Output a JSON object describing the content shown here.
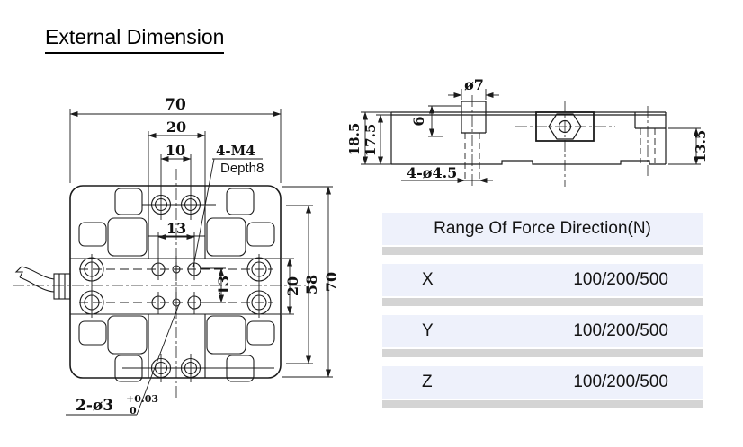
{
  "title": "External Dimension",
  "top_view": {
    "dims": {
      "width_top": "70",
      "bolt_span": "20",
      "bolt_pitch": "10",
      "hole_h": "13",
      "hole_v": "13",
      "right_span": "20",
      "right_inner": "58",
      "right_total": "70"
    },
    "thread_label": "4-M4",
    "depth_label": "Depth8",
    "pin_label": "2-ø3",
    "pin_tol_sup": "+0.03",
    "pin_tol_sub": "0"
  },
  "side_view": {
    "dims": {
      "boss_dia": "ø7",
      "step": "6",
      "total_h": "18.5",
      "body_h": "17.5",
      "mount_holes": "4-ø4.5",
      "right_h": "13.5"
    }
  },
  "force_table": {
    "header": "Range Of Force Direction(N)",
    "rows": [
      {
        "axis": "X",
        "range": "100/200/500"
      },
      {
        "axis": "Y",
        "range": "100/200/500"
      },
      {
        "axis": "Z",
        "range": "100/200/500"
      }
    ]
  },
  "colors": {
    "line": "#1b1b1b",
    "row_bg": "#eef1fb",
    "divider": "#d4d4d4",
    "text": "#141414"
  }
}
